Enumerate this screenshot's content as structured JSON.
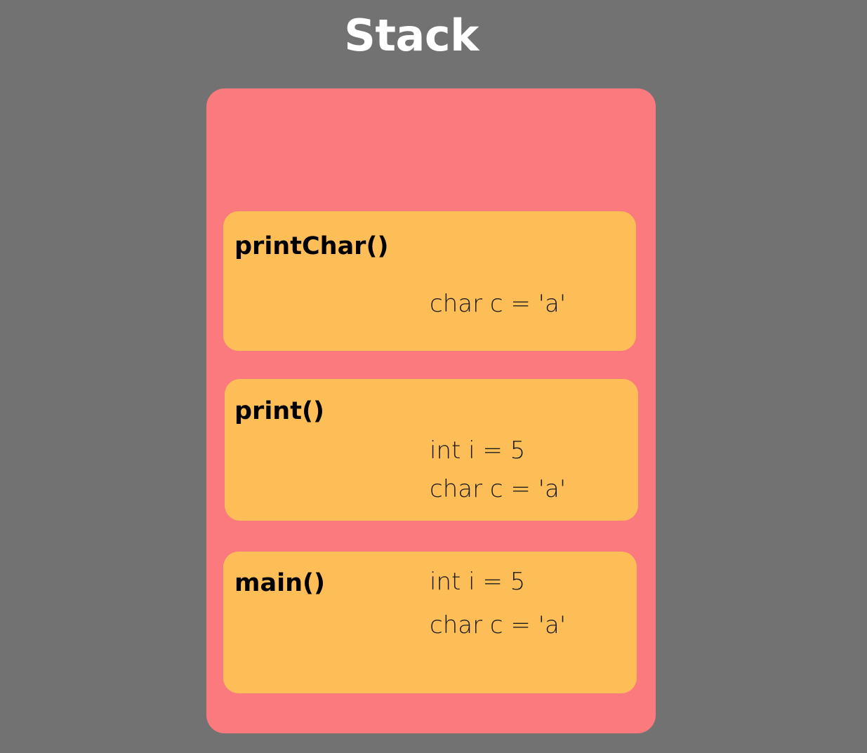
{
  "diagram": {
    "title": "Stack",
    "colors": {
      "background": "#727272",
      "title_text": "#ffffff",
      "stack_container": "#fb7a7e",
      "frame_fill": "#fdbe57",
      "frame_text": "#000000"
    },
    "frames": [
      {
        "name": "printChar()",
        "variables": [
          "char c = 'a'"
        ]
      },
      {
        "name": "print()",
        "variables": [
          "int i = 5",
          "char c = 'a'"
        ]
      },
      {
        "name": "main()",
        "variables": [
          "int i = 5",
          "char c = 'a'"
        ]
      }
    ]
  }
}
